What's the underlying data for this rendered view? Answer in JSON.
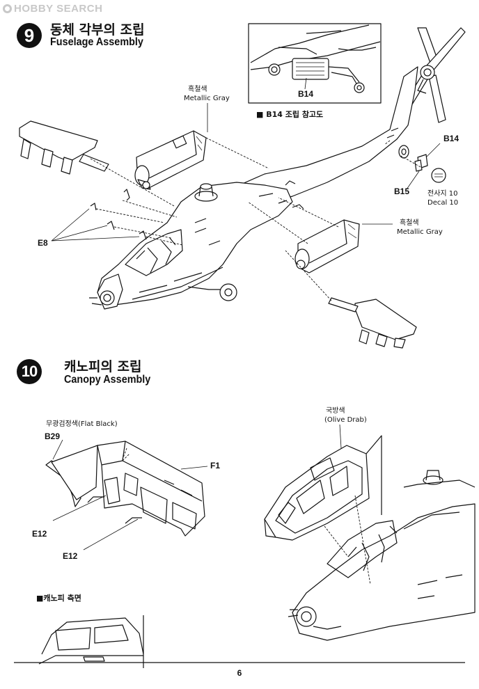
{
  "watermark": "HOBBY SEARCH",
  "step9": {
    "number": "9",
    "title_kr": "동체 각부의 조립",
    "title_en": "Fuselage Assembly",
    "inset_part": "B14",
    "inset_caption": "■ B14 조립 참고도",
    "paint_top_kr": "흑철색",
    "paint_top_en": "Metallic Gray",
    "paint_right_kr": "흑철색",
    "paint_right_en": "Metallic Gray",
    "part_b14": "B14",
    "part_b15": "B15",
    "decal_kr": "전사지 10",
    "decal_en": "Decal 10",
    "part_e8": "E8"
  },
  "step10": {
    "number": "10",
    "title_kr": "캐노피의 조립",
    "title_en": "Canopy Assembly",
    "paint_black": "무광검정색(Flat Black)",
    "part_b29": "B29",
    "part_f1": "F1",
    "part_e12_a": "E12",
    "part_e12_b": "E12",
    "paint_olive_kr": "국방색",
    "paint_olive_en": "(Olive Drab)",
    "side_caption": "■캐노피 측면"
  },
  "page_number": "6"
}
